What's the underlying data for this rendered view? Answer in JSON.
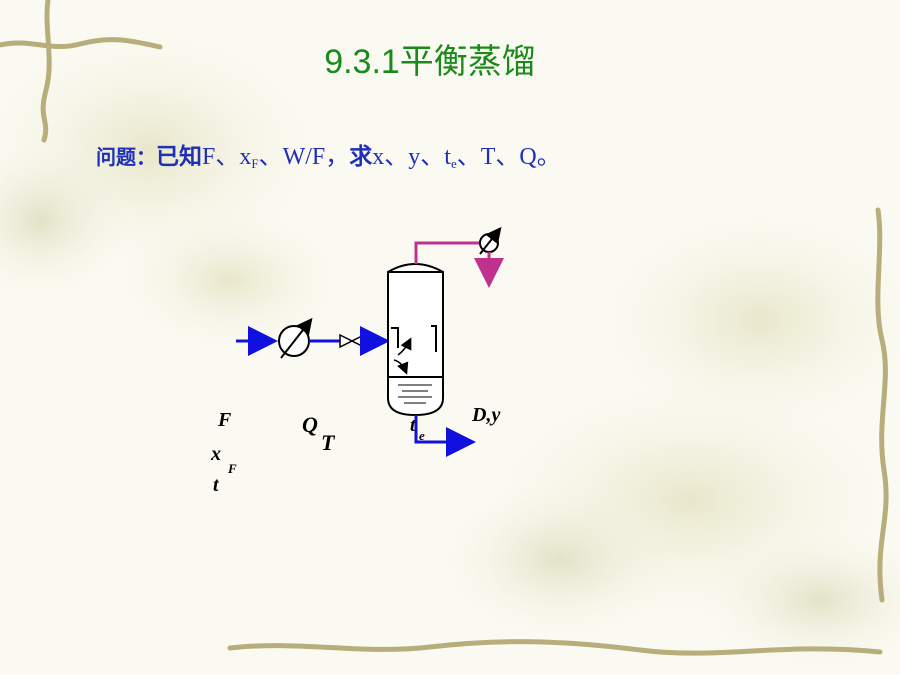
{
  "slide": {
    "title": "9.3.1平衡蒸馏",
    "question": {
      "label": "问题：",
      "known_kw": "已知",
      "known_items": [
        {
          "text": "F",
          "sub": ""
        },
        {
          "text": "、x",
          "sub": "F"
        },
        {
          "text": "、W/F，",
          "sub": ""
        }
      ],
      "find_kw": "求",
      "find_items": [
        {
          "text": "x、y、t",
          "sub": "e"
        },
        {
          "text": "、T、Q。",
          "sub": ""
        }
      ]
    },
    "diagram_labels": {
      "feed_flow": "F",
      "feed_comp": "x",
      "feed_comp_sub": "F",
      "feed_temp": "t",
      "heat": "Q",
      "temperature": "T",
      "liquid_temp": "t",
      "liquid_temp_sub": "e",
      "vapor": "D,y"
    },
    "colors": {
      "title": "#1a8a1a",
      "question": "#1f2fb8",
      "feed_line": "#1010e0",
      "vapor_line": "#c0308f"
    }
  }
}
